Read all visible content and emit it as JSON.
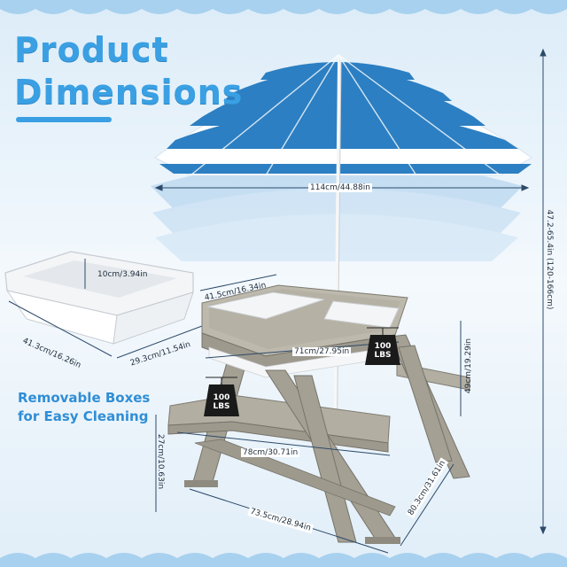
{
  "heading": {
    "line1": "Product",
    "line2": "Dimensions"
  },
  "caption": {
    "line1": "Removable Boxes",
    "line2": "for Easy Cleaning"
  },
  "dimensions": {
    "umbrella_width": "114cm/44.88in",
    "total_height": "47.2-65.4in (120-166cm)",
    "box_height": "10cm/3.94in",
    "box_length": "41.3cm/16.26in",
    "box_width": "29.3cm/11.54in",
    "table_depth": "41.5cm/16.34in",
    "table_length": "71cm/27.95in",
    "table_height": "49cm/19.29in",
    "seat_height": "27cm/10.63in",
    "bench_length": "78cm/30.71in",
    "base_length": "73.5cm/28.94in",
    "base_width": "80.3cm/31.61in"
  },
  "weights": {
    "table": {
      "line1": "100",
      "line2": "LBS"
    },
    "bench": {
      "line1": "100",
      "line2": "LBS"
    }
  },
  "colors": {
    "background": "#e9f3fb",
    "accent": "#3aa0e3",
    "stripe_blue": "#2c7fc2",
    "wood": "#a9a69a"
  }
}
